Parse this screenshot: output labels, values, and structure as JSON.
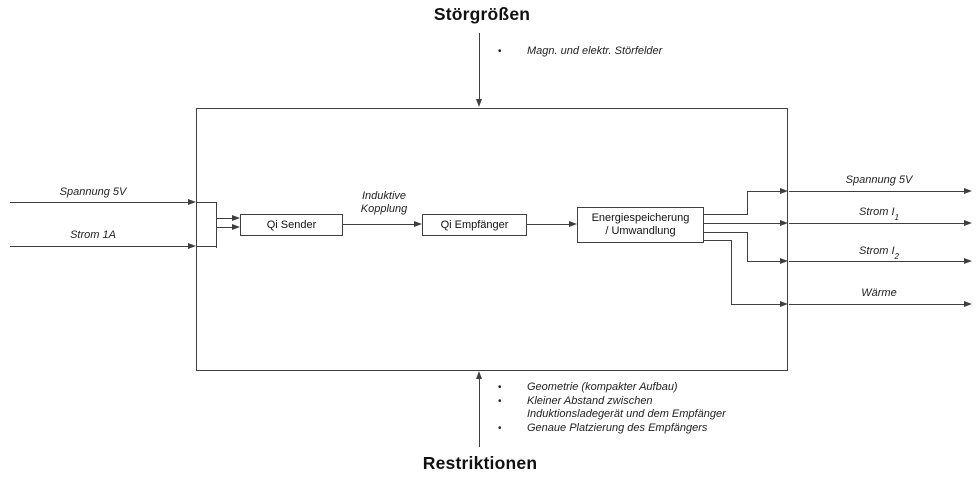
{
  "colors": {
    "line": "#3f3f3f",
    "text": "#1f1f1f",
    "background": "#ffffff"
  },
  "top": {
    "title": "Störgrößen",
    "bullet_glyph": "•",
    "bullets": [
      "Magn. und elektr. Störfelder"
    ]
  },
  "inputs": [
    {
      "label": "Spannung 5V"
    },
    {
      "label": "Strom 1A"
    }
  ],
  "system": {
    "blocks": [
      {
        "id": "qi-sender",
        "lines": [
          "Qi Sender"
        ]
      },
      {
        "id": "qi-empfaenger",
        "lines": [
          "Qi Empfänger"
        ]
      },
      {
        "id": "energiespeicherung",
        "lines": [
          "Energiespeicherung",
          "/ Umwandlung"
        ]
      }
    ],
    "coupling_label": "Induktive\nKopplung"
  },
  "outputs": [
    {
      "label": "Spannung 5V",
      "sub": ""
    },
    {
      "label": "Strom I",
      "sub": "1"
    },
    {
      "label": "Strom I",
      "sub": "2"
    },
    {
      "label": "Wärme",
      "sub": ""
    }
  ],
  "bottom": {
    "title": "Restriktionen",
    "bullet_glyph": "•",
    "bullets": [
      "Geometrie (kompakter Aufbau)",
      "Kleiner Abstand zwischen\nInduktionsladegerät und dem Empfänger",
      "Genaue Platzierung des Empfängers"
    ]
  }
}
